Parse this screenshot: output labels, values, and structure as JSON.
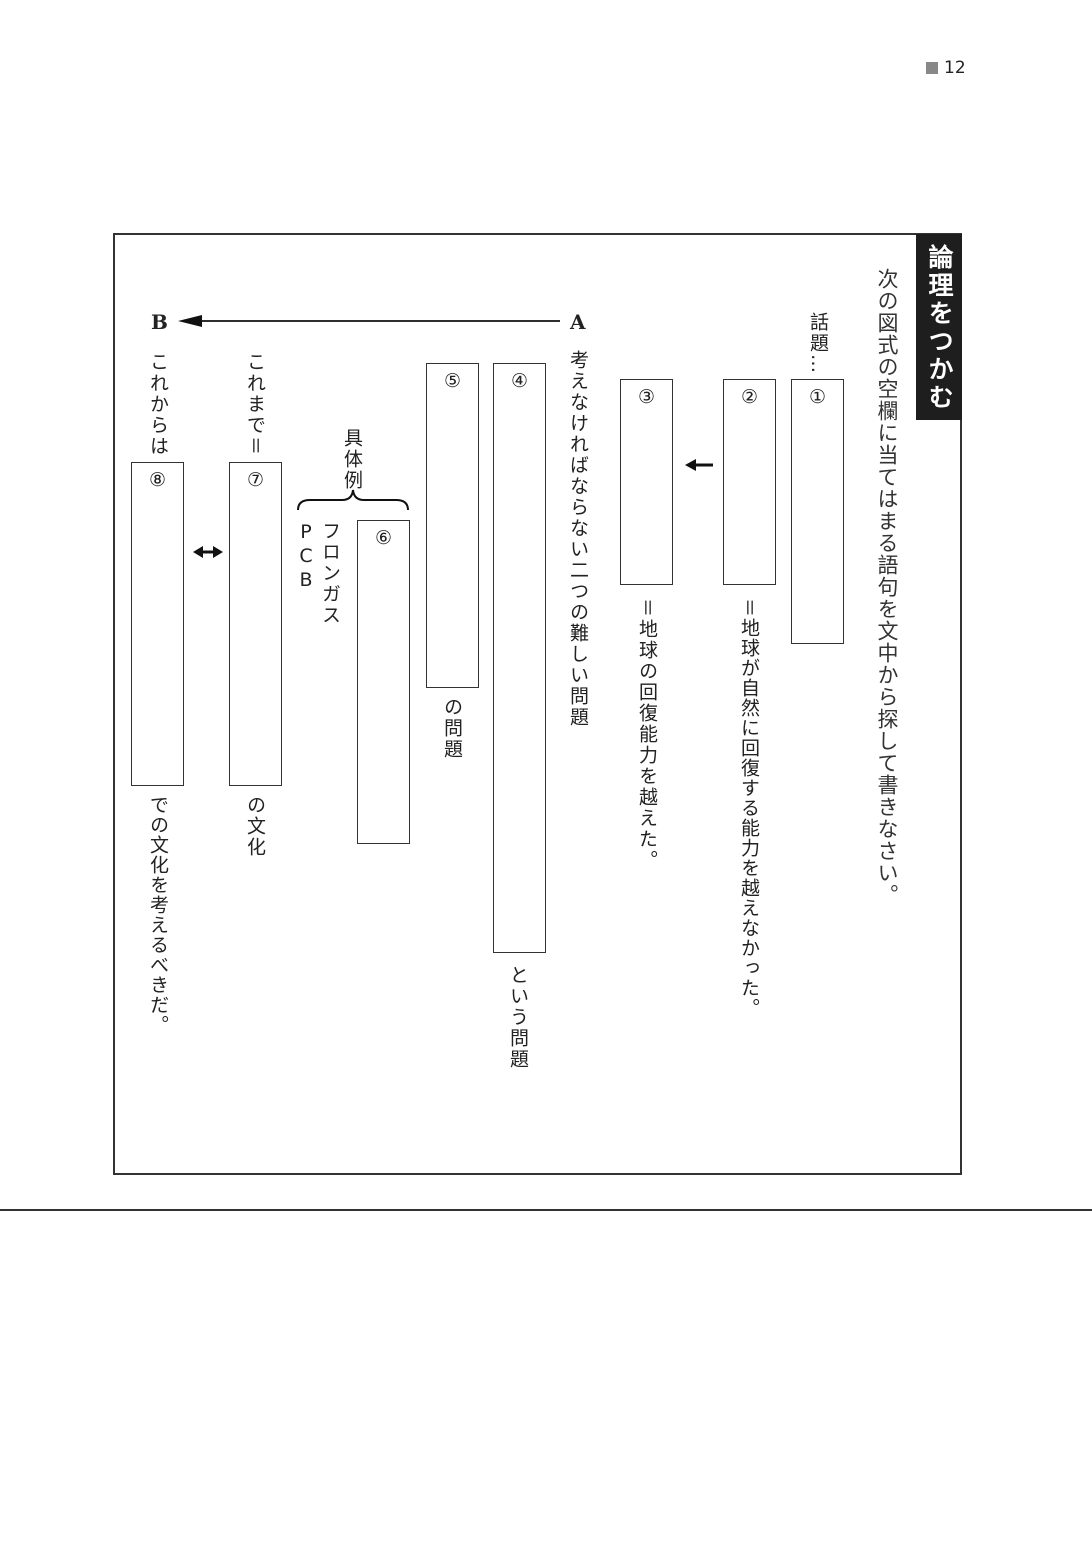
{
  "page_number": "12",
  "section_title": "論理をつかむ",
  "instruction": "次の図式の空欄に当てはまる語句を文中から探して書きなさい。",
  "topic_label": "話題…",
  "label_a": "A",
  "label_b": "B",
  "blanks": {
    "b1": "①",
    "b2": "②",
    "b3": "③",
    "b4": "④",
    "b5": "⑤",
    "b6": "⑥",
    "b7": "⑦",
    "b8": "⑧"
  },
  "texts": {
    "after_2": "＝地球が自然に回復する能力を越えなかった。",
    "after_3": "＝地球の回復能力を越えた。",
    "two_problems": "考えなければならない二つの難しい問題",
    "after_4": "という問題",
    "after_5": "の問題",
    "examples_label": "具体例",
    "example_1": "フロンガス",
    "example_2": "PCB",
    "before_7": "これまで＝",
    "after_7": "の文化",
    "before_8": "これからは",
    "after_8": "での文化を考えるべきだ。"
  }
}
